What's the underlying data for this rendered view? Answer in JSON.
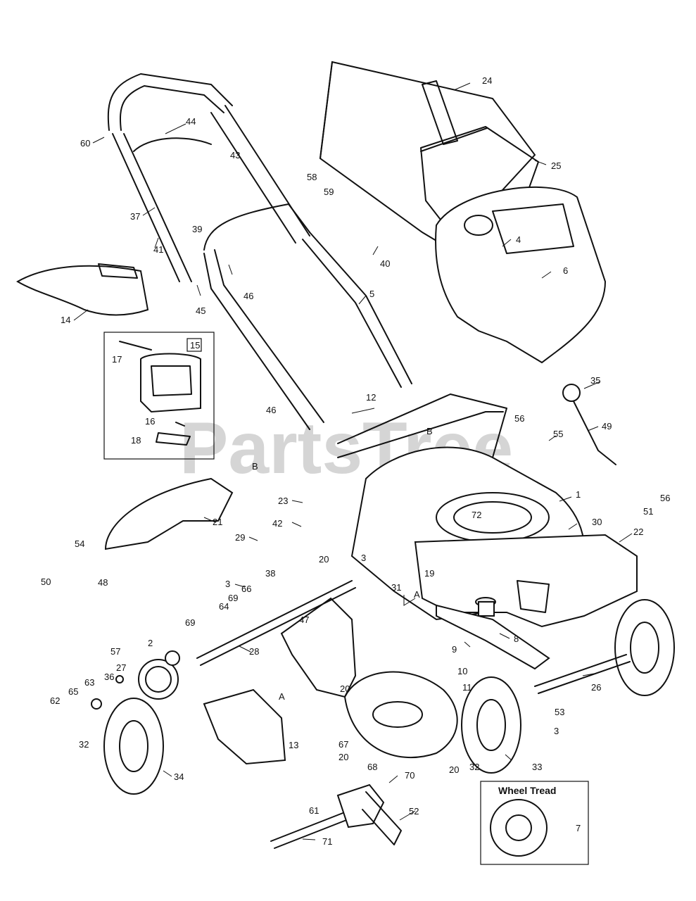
{
  "watermark": "PartsTree",
  "inset_kit_label": "15",
  "wheel_tread_title": "Wheel Tread",
  "callouts": [
    "1",
    "2",
    "3",
    "4",
    "5",
    "6",
    "7",
    "8",
    "9",
    "10",
    "11",
    "12",
    "13",
    "14",
    "16",
    "17",
    "18",
    "19",
    "20",
    "21",
    "22",
    "23",
    "24",
    "25",
    "26",
    "27",
    "28",
    "29",
    "30",
    "31",
    "32",
    "33",
    "34",
    "35",
    "36",
    "37",
    "38",
    "39",
    "40",
    "41",
    "42",
    "43",
    "44",
    "45",
    "46",
    "47",
    "48",
    "49",
    "50",
    "51",
    "52",
    "53",
    "54",
    "55",
    "56",
    "57",
    "58",
    "59",
    "60",
    "61",
    "62",
    "63",
    "64",
    "65",
    "66",
    "67",
    "68",
    "69",
    "70",
    "71",
    "72"
  ],
  "section_marks": [
    "A",
    "B"
  ],
  "labels": [
    {
      "text": "1"
    },
    {
      "text": "2"
    },
    {
      "text": "3"
    },
    {
      "text": "3"
    },
    {
      "text": "3"
    },
    {
      "text": "4"
    },
    {
      "text": "5"
    },
    {
      "text": "6"
    },
    {
      "text": "7"
    },
    {
      "text": "8"
    },
    {
      "text": "9"
    },
    {
      "text": "10"
    },
    {
      "text": "11"
    },
    {
      "text": "12"
    },
    {
      "text": "13"
    },
    {
      "text": "14"
    },
    {
      "text": "16"
    },
    {
      "text": "17"
    },
    {
      "text": "18"
    },
    {
      "text": "19"
    },
    {
      "text": "20"
    },
    {
      "text": "20"
    },
    {
      "text": "20"
    },
    {
      "text": "20"
    },
    {
      "text": "21"
    },
    {
      "text": "22"
    },
    {
      "text": "23"
    },
    {
      "text": "24"
    },
    {
      "text": "25"
    },
    {
      "text": "26"
    },
    {
      "text": "27"
    },
    {
      "text": "28"
    },
    {
      "text": "29"
    },
    {
      "text": "30"
    },
    {
      "text": "31"
    },
    {
      "text": "32"
    },
    {
      "text": "32"
    },
    {
      "text": "33"
    },
    {
      "text": "34"
    },
    {
      "text": "35"
    },
    {
      "text": "36"
    },
    {
      "text": "37"
    },
    {
      "text": "38"
    },
    {
      "text": "39"
    },
    {
      "text": "40"
    },
    {
      "text": "41"
    },
    {
      "text": "42"
    },
    {
      "text": "43"
    },
    {
      "text": "44"
    },
    {
      "text": "45"
    },
    {
      "text": "46"
    },
    {
      "text": "46"
    },
    {
      "text": "47"
    },
    {
      "text": "48"
    },
    {
      "text": "49"
    },
    {
      "text": "50"
    },
    {
      "text": "51"
    },
    {
      "text": "52"
    },
    {
      "text": "53"
    },
    {
      "text": "54"
    },
    {
      "text": "55"
    },
    {
      "text": "56"
    },
    {
      "text": "56"
    },
    {
      "text": "57"
    },
    {
      "text": "58"
    },
    {
      "text": "59"
    },
    {
      "text": "60"
    },
    {
      "text": "61"
    },
    {
      "text": "62"
    },
    {
      "text": "63"
    },
    {
      "text": "64"
    },
    {
      "text": "65"
    },
    {
      "text": "66"
    },
    {
      "text": "67"
    },
    {
      "text": "68"
    },
    {
      "text": "69"
    },
    {
      "text": "69"
    },
    {
      "text": "70"
    },
    {
      "text": "71"
    },
    {
      "text": "72"
    },
    {
      "text": "A"
    },
    {
      "text": "A"
    },
    {
      "text": "B"
    },
    {
      "text": "B"
    }
  ]
}
